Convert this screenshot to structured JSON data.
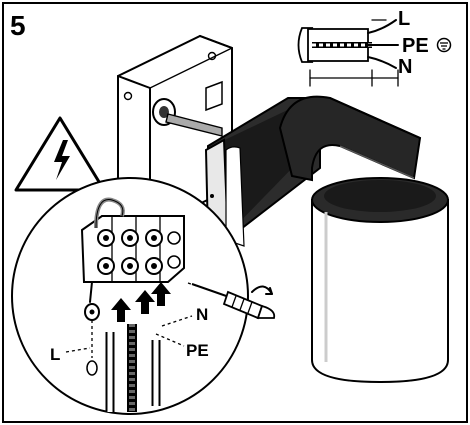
{
  "step_number": "5",
  "wire_labels": {
    "live": "L",
    "earth": "PE",
    "neutral": "N"
  },
  "icons": {
    "earth_symbol": "ground-icon",
    "hazard": "high-voltage-warning-icon",
    "screwdriver": "screwdriver-icon",
    "arrows": "up-arrow-icon"
  }
}
